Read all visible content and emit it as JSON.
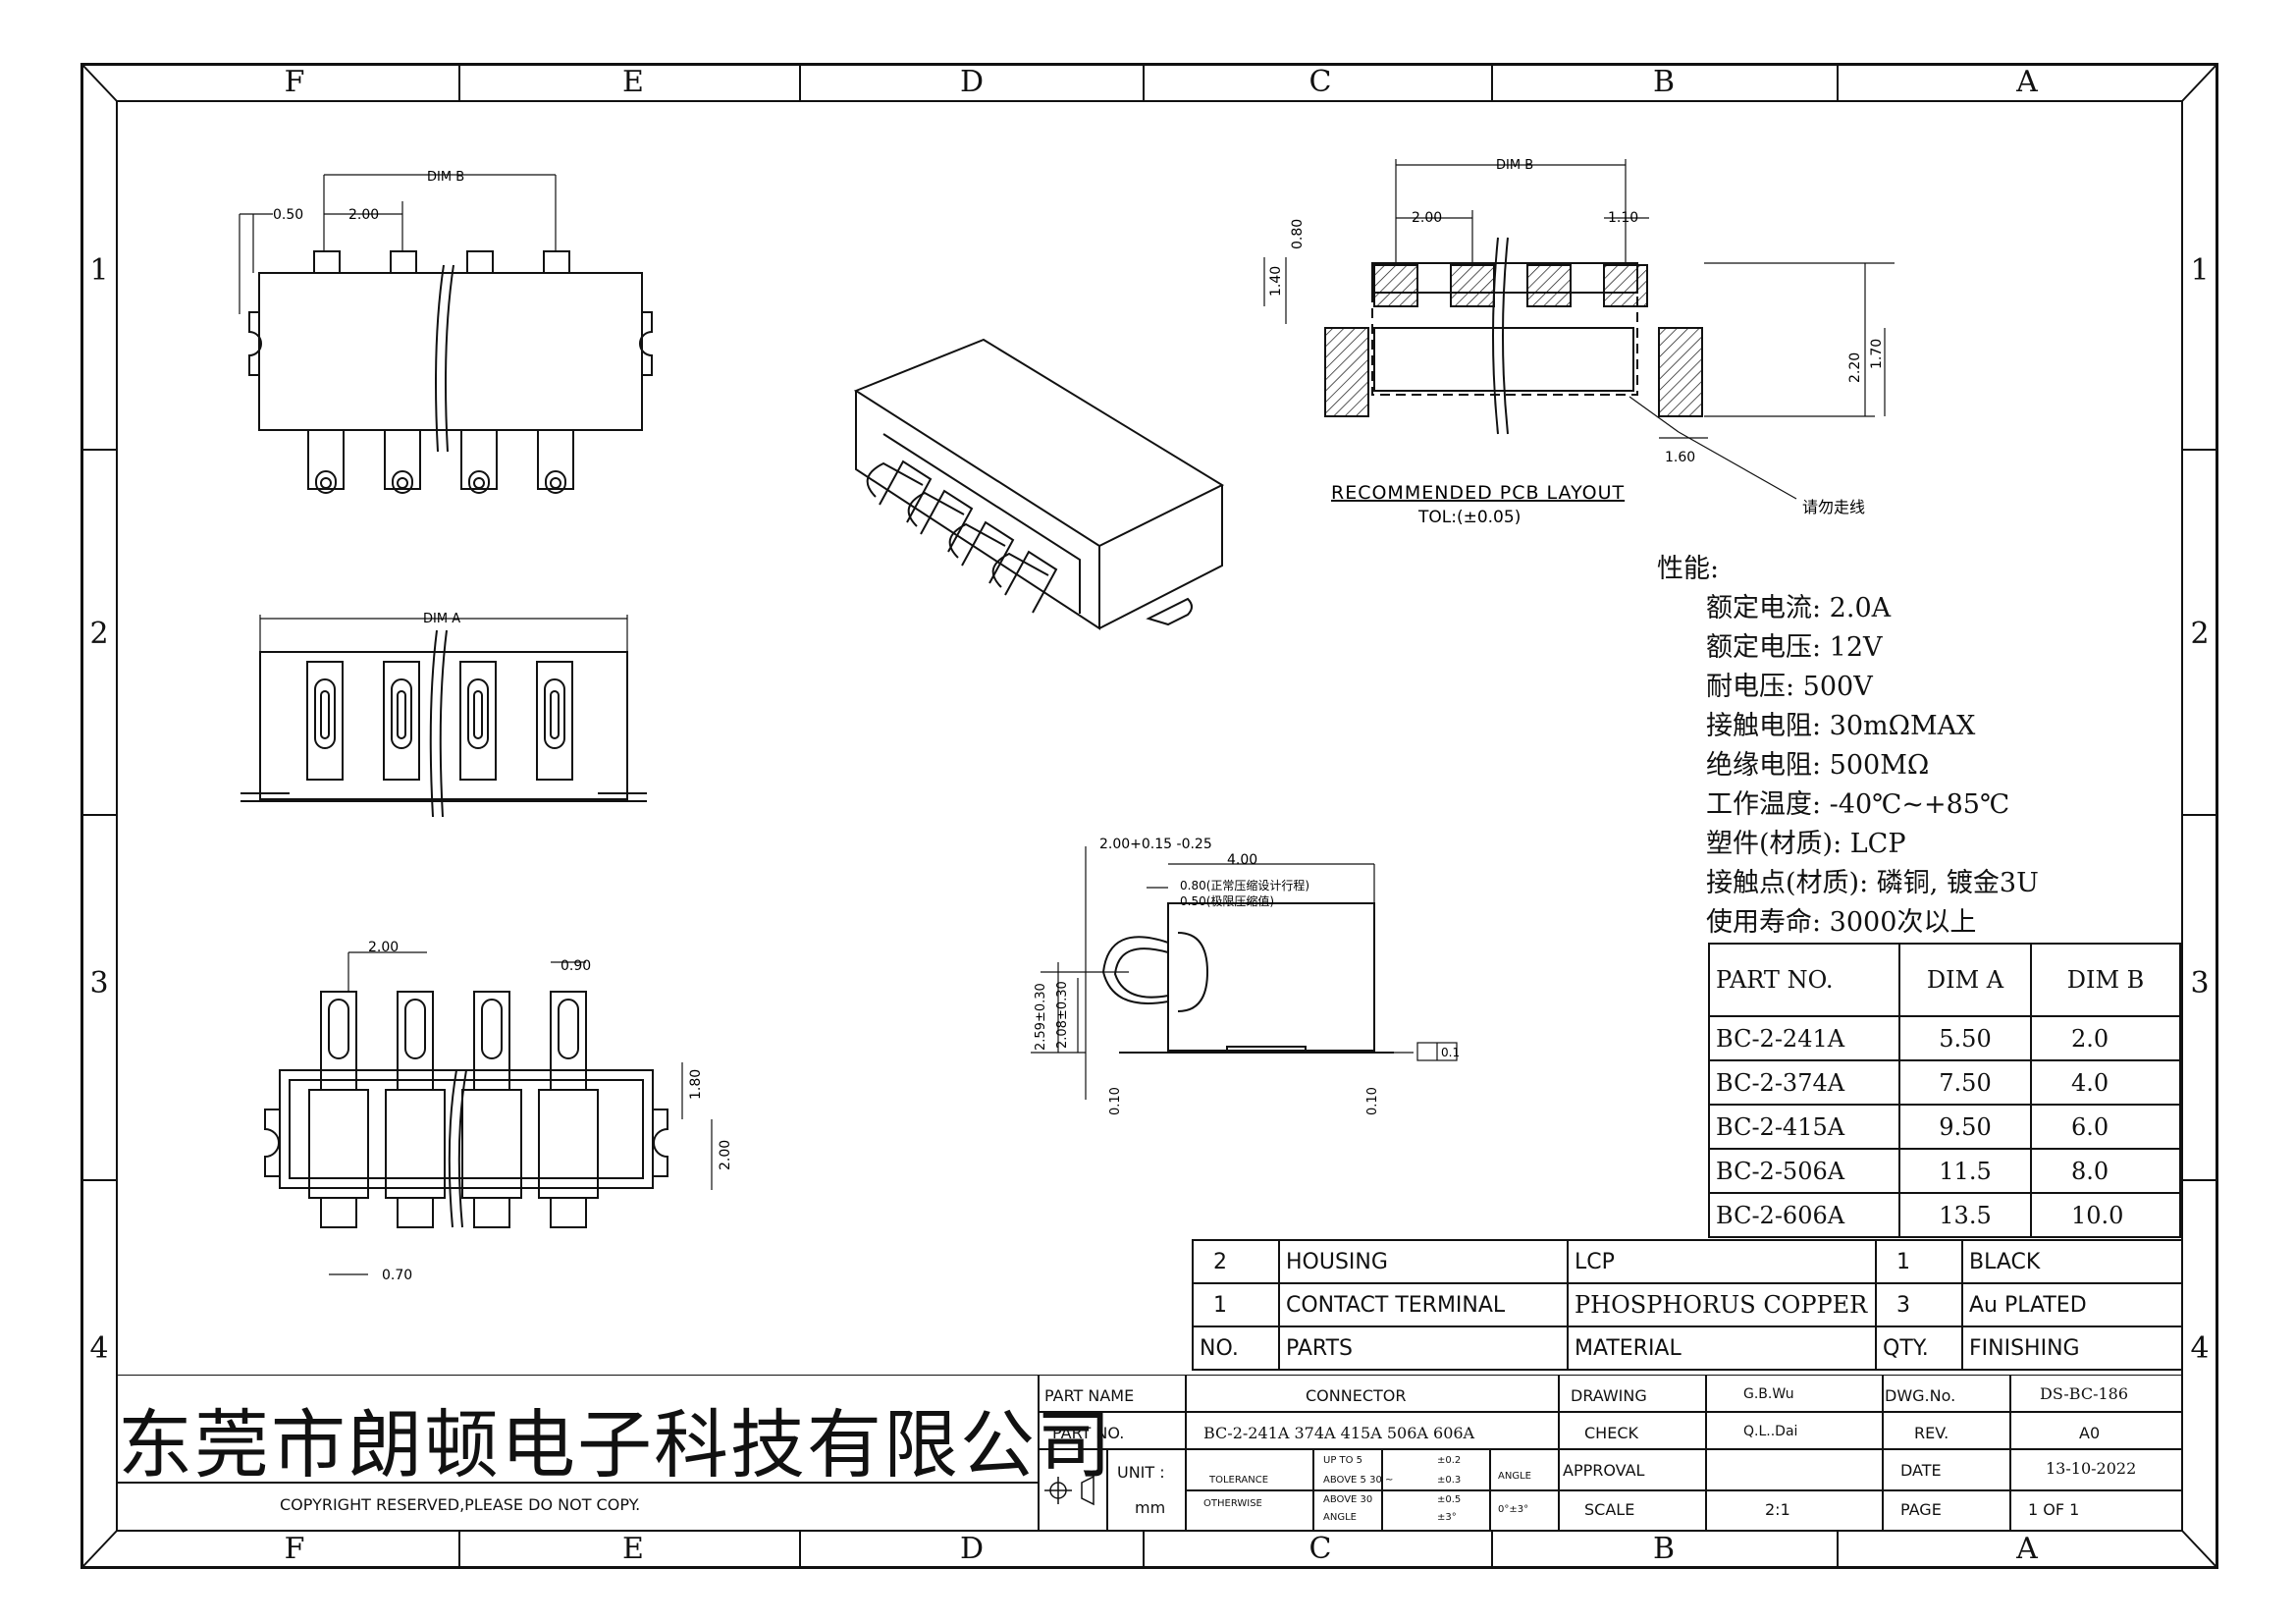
{
  "zones": {
    "columns": [
      "F",
      "E",
      "D",
      "C",
      "B",
      "A"
    ],
    "rows": [
      "1",
      "2",
      "3",
      "4"
    ]
  },
  "views": {
    "top_view": {
      "dim_b": "DIM B",
      "pitch_a": "0.50",
      "pitch_b": "2.00"
    },
    "front_view": {
      "dim_a": "DIM A"
    },
    "bottom_view": {
      "d1": "2.00",
      "d2": "0.90",
      "d3": "1.80",
      "d4": "2.00",
      "d5": "0.70"
    },
    "side_view": {
      "d1": "2.00+0.15 -0.25",
      "d2": "4.00",
      "d3": "0.80(正常压缩设计行程)",
      "d4": "0.50(极限压缩值)",
      "d5": "2.59±0.30",
      "d6": "2.08±0.30",
      "d7": "0.10",
      "d8": "0.10",
      "flatness": "0.1"
    },
    "pcb_layout": {
      "dim_b": "DIM B",
      "d_200": "2.00",
      "d_110": "1.10",
      "d_080": "0.80",
      "d_140": "1.40",
      "d_220": "2.20",
      "d_170": "1.70",
      "d_160": "1.60",
      "title": "RECOMMENDED PCB LAYOUT",
      "tol": "TOL:(±0.05)",
      "note": "请勿走线"
    }
  },
  "specs": {
    "heading": "性能:",
    "lines": [
      "额定电流: 2.0A",
      "额定电压: 12V",
      "耐电压: 500V",
      "接触电阻: 30mΩMAX",
      "绝缘电阻: 500MΩ",
      "工作温度: -40℃~+85℃",
      "塑件(材质): LCP",
      "接触点(材质): 磷铜, 镀金3U",
      "使用寿命: 3000次以上"
    ]
  },
  "dim_table": {
    "headers": [
      "PART NO.",
      "DIM A",
      "DIM B"
    ],
    "rows": [
      [
        "BC-2-241A",
        "5.50",
        "2.0"
      ],
      [
        "BC-2-374A",
        "7.50",
        "4.0"
      ],
      [
        "BC-2-415A",
        "9.50",
        "6.0"
      ],
      [
        "BC-2-506A",
        "11.5",
        "8.0"
      ],
      [
        "BC-2-606A",
        "13.5",
        "10.0"
      ]
    ]
  },
  "bom": {
    "rows": [
      [
        "2",
        "HOUSING",
        "LCP",
        "1",
        "BLACK"
      ],
      [
        "1",
        "CONTACT TERMINAL",
        "PHOSPHORUS COPPER",
        "3",
        "Au PLATED"
      ],
      [
        "NO.",
        "PARTS",
        "MATERIAL",
        "QTY.",
        "FINISHING"
      ]
    ]
  },
  "title_block": {
    "company": "东莞市朗顿电子科技有限公司",
    "copyright": "COPYRIGHT RESERVED,PLEASE DO NOT COPY.",
    "part_name_label": "PART NAME",
    "part_name": "CONNECTOR",
    "part_no_label": "PART NO.",
    "part_no": "BC-2-241A 374A 415A 506A 606A",
    "unit_label": "UNIT :",
    "unit": "mm",
    "tolerance_label": "TOLERANCE",
    "otherwise_label": "OTHERWISE",
    "tol_rows": [
      [
        "UP TO 5",
        "±0.2"
      ],
      [
        "ABOVE 5 30 ~",
        "±0.3"
      ],
      [
        "ABOVE 30",
        "±0.5"
      ],
      [
        "ANGLE",
        "±3°"
      ]
    ],
    "angle_label": "ANGLE",
    "angle_value": "0°±3°",
    "drawing_label": "DRAWING",
    "drawing": "G.B.Wu",
    "check_label": "CHECK",
    "check": "Q.L..Dai",
    "approval_label": "APPROVAL",
    "approval": "",
    "scale_label": "SCALE",
    "scale": "2:1",
    "dwg_no_label": "DWG.No.",
    "dwg_no": "DS-BC-186",
    "rev_label": "REV.",
    "rev": "A0",
    "date_label": "DATE",
    "date": "13-10-2022",
    "page_label": "PAGE",
    "page": "1 OF 1"
  }
}
